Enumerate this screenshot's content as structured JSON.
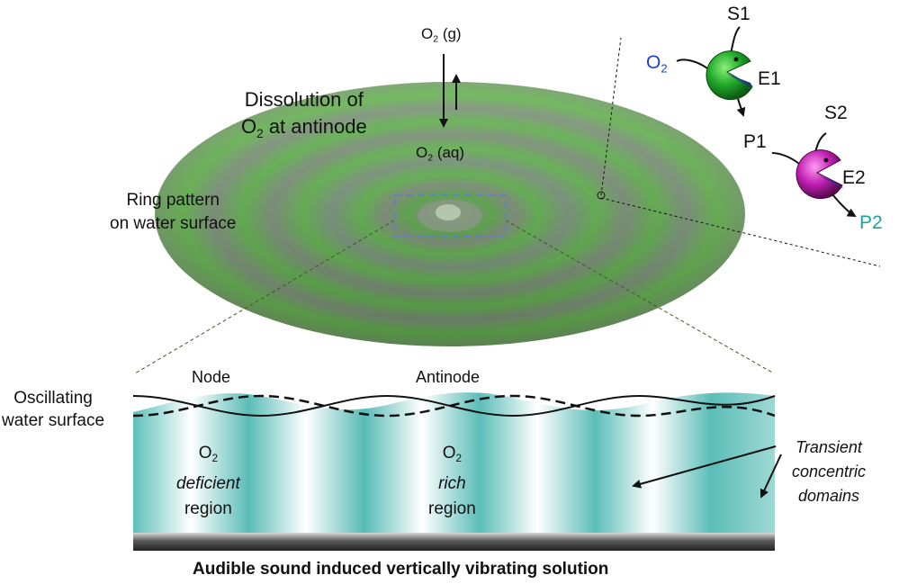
{
  "title": "Audible sound induced vertically vibrating solution",
  "top": {
    "o2_gas": {
      "base": "O",
      "sub": "2",
      "rest": " (g)"
    },
    "o2_aq": {
      "base": "O",
      "sub": "2",
      "rest": " (aq)"
    },
    "dissolution_line1": "Dissolution of",
    "dissolution_line2_base": "O",
    "dissolution_line2_sub": "2",
    "dissolution_line2_rest": " at antinode",
    "ring_pattern_line1": "Ring pattern",
    "ring_pattern_line2": "on water surface"
  },
  "enzymes": {
    "S1": "S1",
    "E1": "E1",
    "O2_base": "O",
    "O2_sub": "2",
    "P1": "P1",
    "S2": "S2",
    "E2": "E2",
    "P2": "P2"
  },
  "cross_section": {
    "node": "Node",
    "antinode": "Antinode",
    "oscillating_line1": "Oscillating",
    "oscillating_line2": "water surface",
    "deficient": {
      "o2_base": "O",
      "o2_sub": "2",
      "word": "deficient",
      "region": "region"
    },
    "rich": {
      "o2_base": "O",
      "o2_sub": "2",
      "word": "rich",
      "region": "region"
    },
    "transient_line1": "Transient",
    "transient_line2": "concentric",
    "transient_line3": "domains"
  },
  "colors": {
    "disk_green": "#59b248",
    "disk_dark": "#3f8a35",
    "water_teal": "#4fb9b4",
    "enzyme_green": "#1fa82a",
    "enzyme_magenta": "#b51fa8",
    "o2_blue": "#1f3fd6",
    "p2_teal": "#1aa3a3",
    "box_blue": "#5a86b8"
  }
}
